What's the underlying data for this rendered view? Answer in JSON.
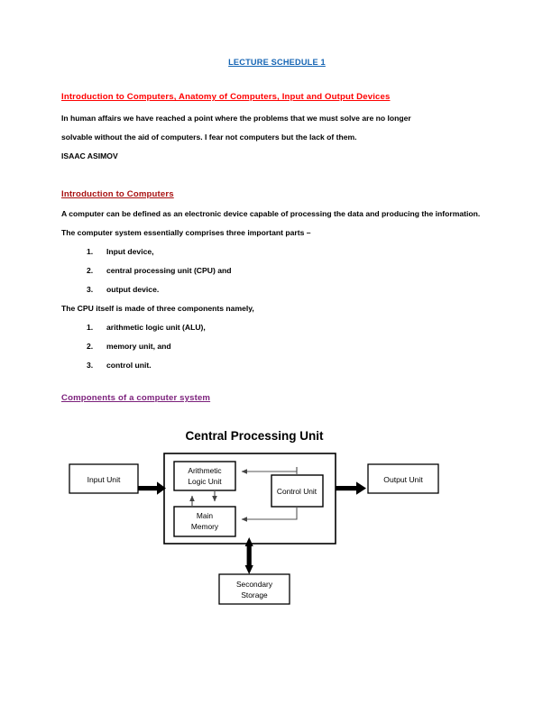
{
  "document": {
    "title": "LECTURE SCHEDULE 1",
    "section_heading": "Introduction to Computers, Anatomy of Computers, Input and Output Devices",
    "quote_line1": "In human affairs we have reached a point where the problems that we must solve are no longer",
    "quote_line2": "solvable without the aid of computers. I fear not computers but the lack of them.",
    "quote_attribution": "ISAAC ASIMOV",
    "subheading_intro": "Introduction to Computers",
    "definition": "A computer can be defined as an electronic device capable of processing the data and producing the information.",
    "parts_lead": "The computer system essentially comprises three important parts –",
    "parts": [
      "Input device,",
      "central processing unit (CPU) and",
      "output device."
    ],
    "cpu_lead": "The CPU itself is made of three components namely,",
    "cpu_components": [
      "arithmetic logic unit (ALU),",
      "memory unit, and",
      "control unit."
    ],
    "subheading_components": "Components of a computer system"
  },
  "diagram": {
    "title": "Central Processing Unit",
    "boxes": {
      "input_unit": "Input Unit",
      "alu_line1": "Arithmetic",
      "alu_line2": "Logic Unit",
      "main_memory_line1": "Main",
      "main_memory_line2": "Memory",
      "control_unit": "Control Unit",
      "output_unit": "Output Unit",
      "secondary_line1": "Secondary",
      "secondary_line2": "Storage"
    }
  },
  "colors": {
    "title_blue": "#1464b4",
    "heading_red": "#ff0000",
    "heading_dark_red": "#a81010",
    "heading_purple": "#7b1f7b",
    "ink": "#000000",
    "paper": "#ffffff"
  }
}
